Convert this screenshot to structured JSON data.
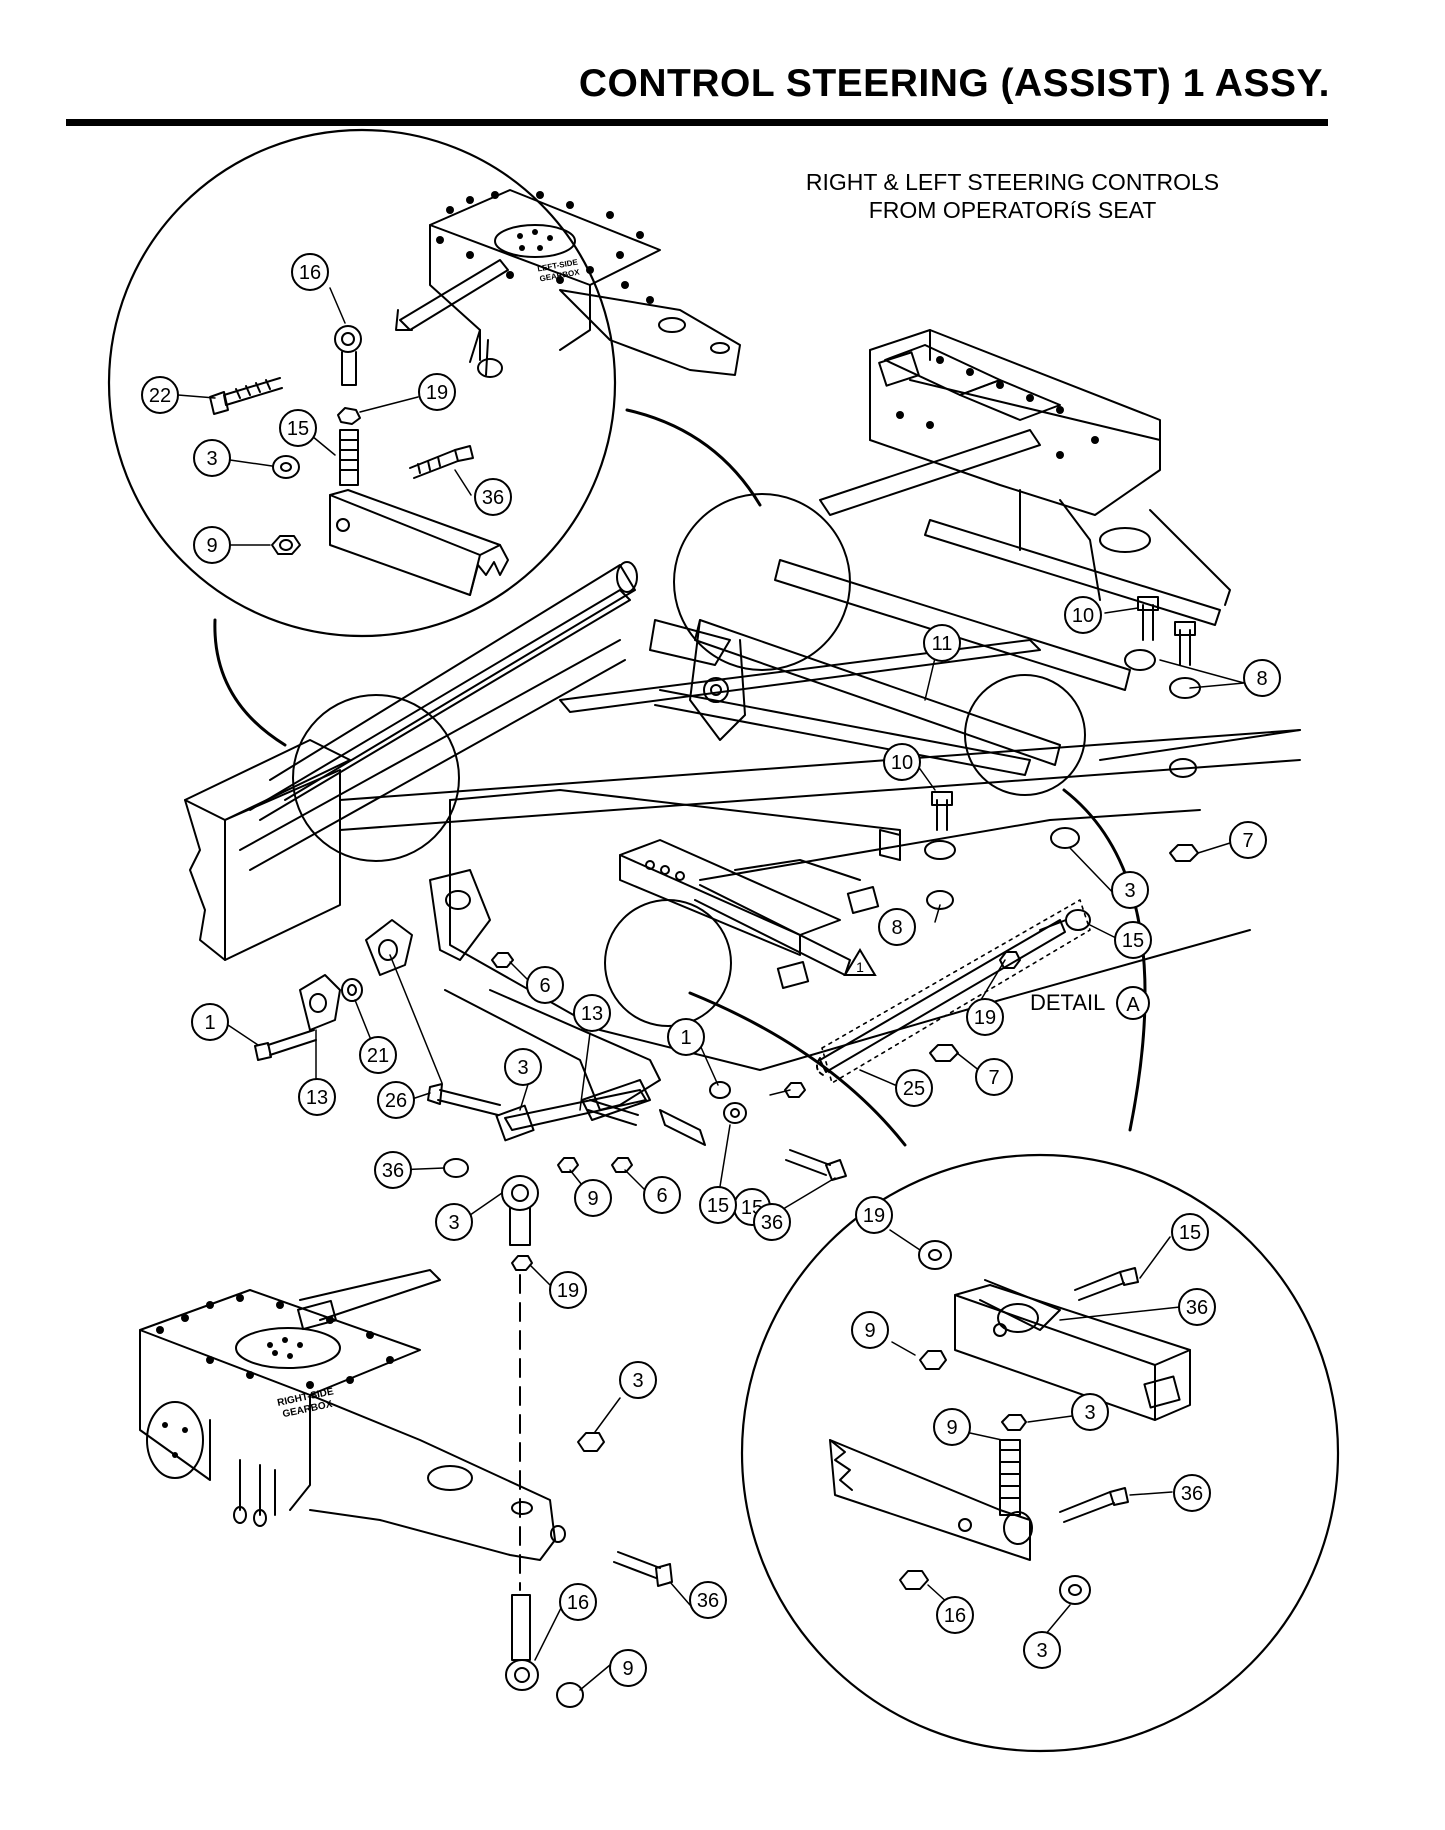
{
  "page": {
    "title": "CONTROL STEERING (ASSIST) 1 ASSY.",
    "caption_line1": "RIGHT & LEFT STEERING CONTROLS",
    "caption_line2": "FROM OPERATORíS SEAT"
  },
  "gearbox_labels": {
    "left_line1": "LEFT-SIDE",
    "left_line2": "GEARBOX",
    "right_line1": "RIGHT-SIDE",
    "right_line2": "GEARBOX"
  },
  "detail": {
    "label": "DETAIL",
    "marker": "A",
    "triangle_mark": "1"
  },
  "callouts": [
    "16",
    "22",
    "19",
    "15",
    "3",
    "36",
    "9",
    "10",
    "11",
    "8",
    "10",
    "7",
    "3",
    "15",
    "8",
    "19",
    "7",
    "25",
    "6",
    "1",
    "21",
    "13",
    "13",
    "1",
    "3",
    "26",
    "36",
    "3",
    "15",
    "19",
    "9",
    "6",
    "15",
    "36",
    "3",
    "36",
    "16",
    "9",
    "19",
    "15",
    "36",
    "9",
    "3",
    "9",
    "36",
    "16",
    "3"
  ]
}
